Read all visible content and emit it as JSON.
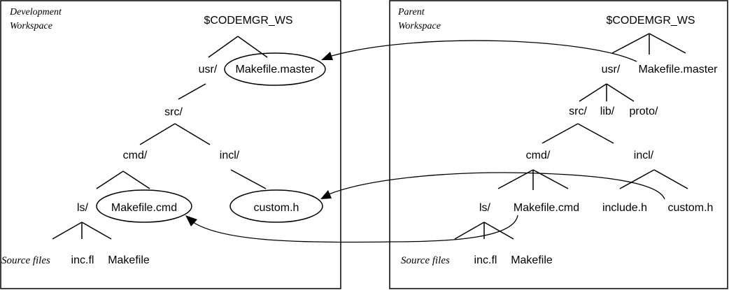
{
  "dev": {
    "caption_line1": "Development",
    "caption_line2": "Workspace",
    "root": "$CODEMGR_WS",
    "usr": "usr/",
    "makefile_master": "Makefile.master",
    "src": "src/",
    "cmd": "cmd/",
    "incl": "incl/",
    "ls": "ls/",
    "makefile_cmd": "Makefile.cmd",
    "custom_h": "custom.h",
    "source_files": "Source files",
    "inc_fl": "inc.fl",
    "makefile": "Makefile"
  },
  "parent": {
    "caption_line1": "Parent",
    "caption_line2": "Workspace",
    "root": "$CODEMGR_WS",
    "usr": "usr/",
    "makefile_master": "Makefile.master",
    "src": "src/",
    "lib": "lib/",
    "proto": "proto/",
    "cmd": "cmd/",
    "incl": "incl/",
    "ls": "ls/",
    "makefile_cmd": "Makefile.cmd",
    "include_h": "include.h",
    "custom_h": "custom.h",
    "source_files": "Source files",
    "inc_fl": "inc.fl",
    "makefile": "Makefile"
  }
}
